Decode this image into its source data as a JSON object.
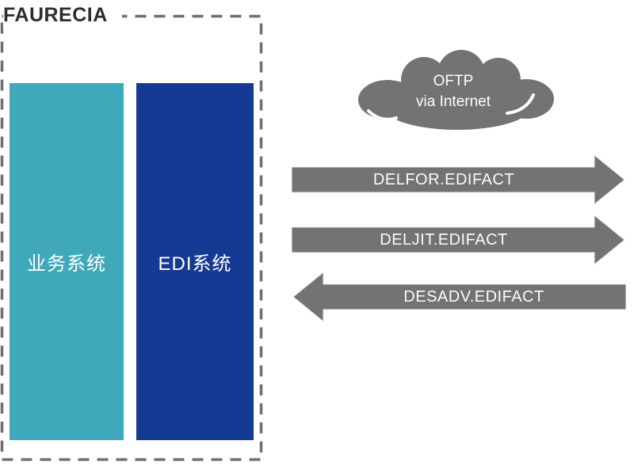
{
  "diagram": {
    "title_context": "Faurecia EDI integration diagram",
    "company_label": "FAURECIA",
    "systems": [
      {
        "id": "business-system",
        "label": "业务系统",
        "color": "#3FA9BB"
      },
      {
        "id": "edi-system",
        "label": "EDI系统",
        "color": "#143A94"
      }
    ],
    "cloud": {
      "line1": "OFTP",
      "line2": "via Internet",
      "color": "#737373"
    },
    "arrows": [
      {
        "label": "DELFOR.EDIFACT",
        "direction": "right",
        "color": "#737373"
      },
      {
        "label": "DELJIT.EDIFACT",
        "direction": "right",
        "color": "#737373"
      },
      {
        "label": "DESADV.EDIFACT",
        "direction": "left",
        "color": "#737373"
      }
    ],
    "colors": {
      "boundary_dash": "#6e6e6e",
      "company_text": "#2d2d2d",
      "arrow_gray": "#737373",
      "teal_block": "#3FA9BB",
      "blue_block": "#143A94",
      "label_text": "#ffffff"
    }
  }
}
